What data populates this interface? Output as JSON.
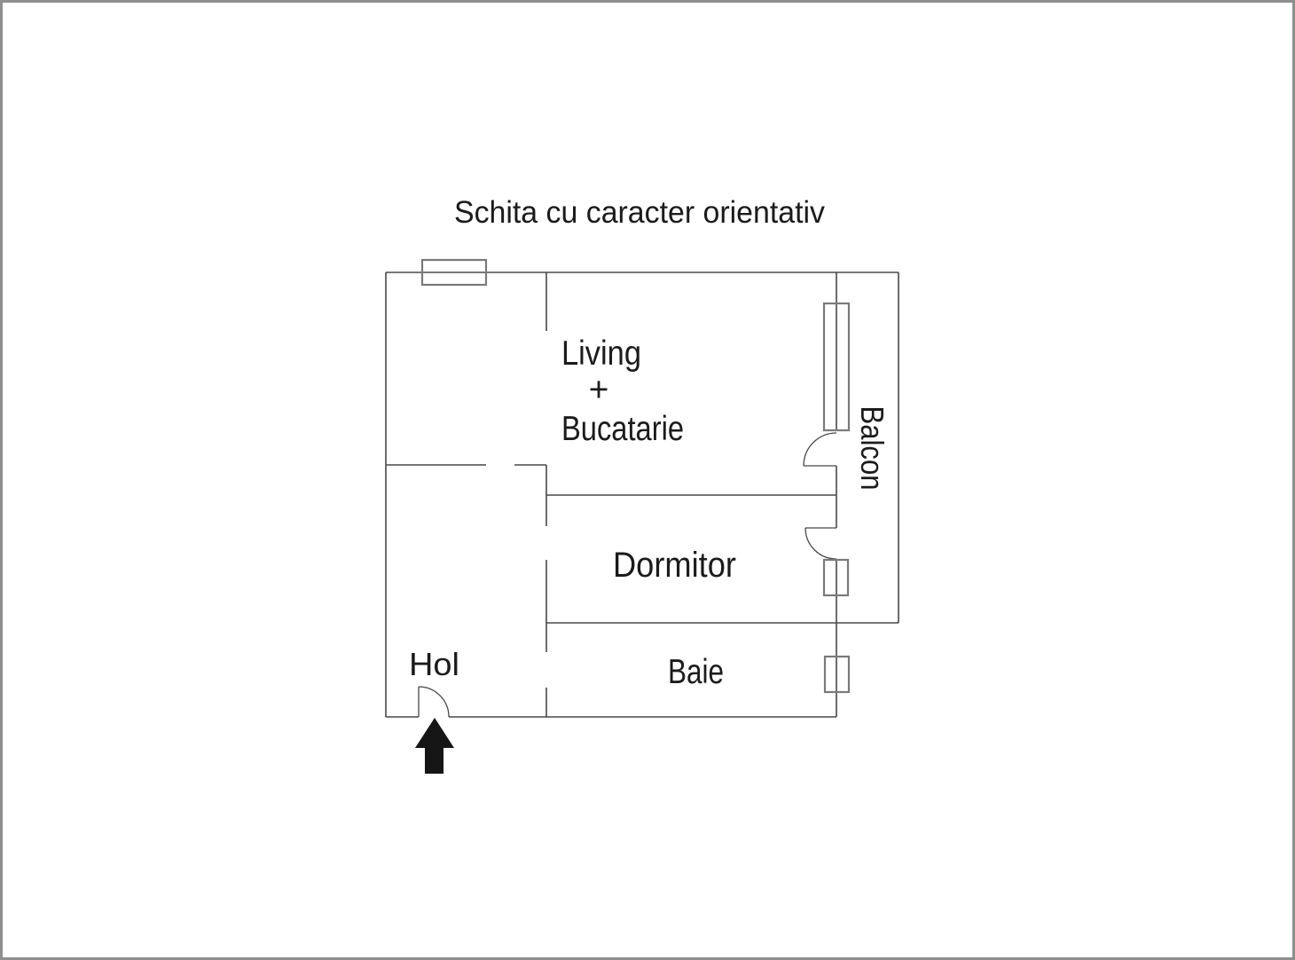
{
  "title": "Schita cu caracter orientativ",
  "rooms": {
    "living_line1": "Living",
    "living_line2": "+",
    "living_line3": "Bucatarie",
    "dormitor": "Dormitor",
    "baie": "Baie",
    "hol": "Hol",
    "balcon": "Balcon"
  },
  "colors": {
    "wall": "#484848",
    "window": "#7a7a7a",
    "text": "#1b1b1b",
    "arrow": "#161616",
    "frame": "#8f8f8f",
    "bg": "#ffffff"
  }
}
